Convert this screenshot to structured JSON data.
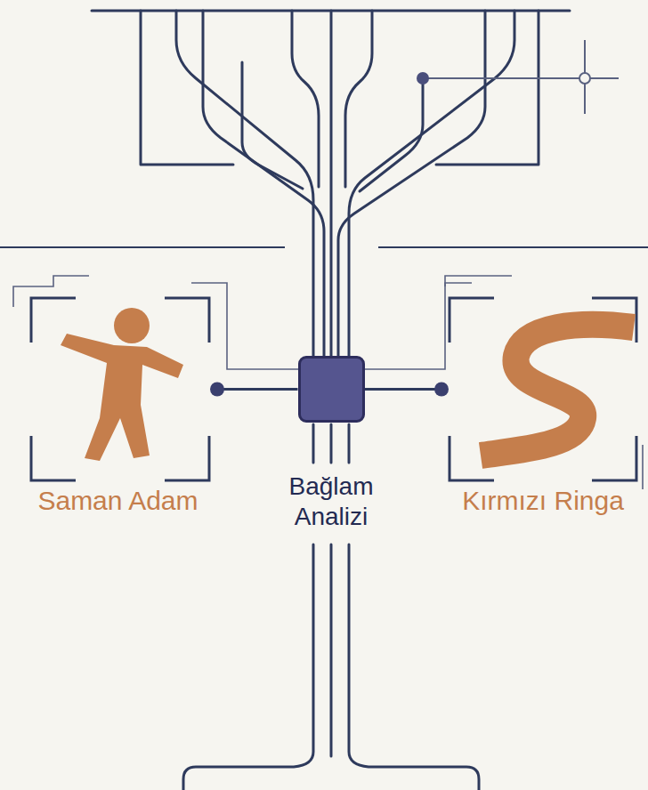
{
  "diagram": {
    "nodes": [
      {
        "text": [
          "Saman Adam"
        ]
      },
      {
        "text": [
          "Bağlam Analizi"
        ]
      },
      {
        "text": [
          "Kırmızı Ringa"
        ]
      }
    ],
    "edges": [
      {
        "from": 1,
        "to": 0,
        "arrow": "none"
      },
      {
        "from": 1,
        "to": 2,
        "arrow": "none"
      }
    ]
  }
}
